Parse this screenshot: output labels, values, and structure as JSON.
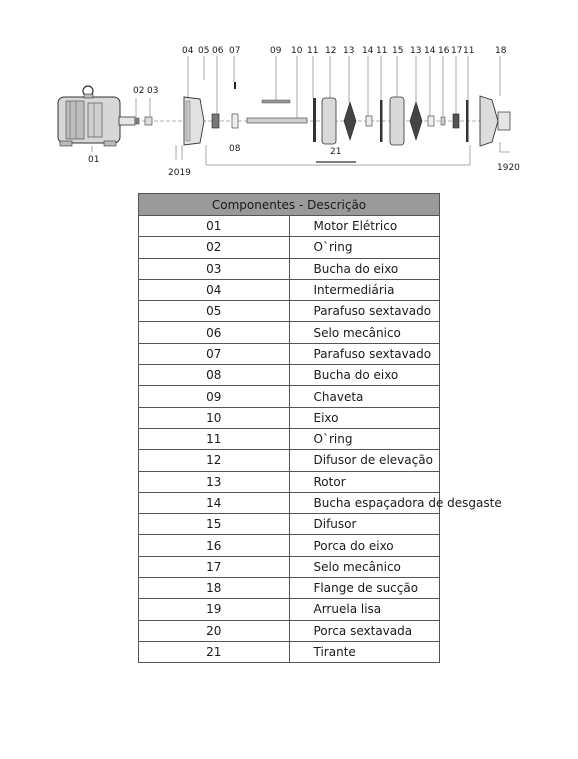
{
  "diagram": {
    "labels": {
      "l01": "01",
      "l02": "02",
      "l03": "03",
      "l04": "04",
      "l05": "05",
      "l06": "06",
      "l07": "07",
      "l08": "08",
      "l09": "09",
      "l10": "10",
      "l11a": "11",
      "l12": "12",
      "l13a": "13",
      "l14a": "14",
      "l11b": "11",
      "l15": "15",
      "l13b": "13",
      "l14b": "14",
      "l16": "16",
      "l17": "17",
      "l11c": "11",
      "l18": "18",
      "l2019": "2019",
      "l21": "21",
      "l1920": "1920"
    }
  },
  "table": {
    "header": "Componentes - Descrição",
    "rows": [
      {
        "code": "01",
        "desc": "Motor Elétrico"
      },
      {
        "code": "02",
        "desc": "O`ring"
      },
      {
        "code": "03",
        "desc": "Bucha do eixo"
      },
      {
        "code": "04",
        "desc": "Intermediária"
      },
      {
        "code": "05",
        "desc": "Parafuso sextavado"
      },
      {
        "code": "06",
        "desc": "Selo mecânico"
      },
      {
        "code": "07",
        "desc": "Parafuso sextavado"
      },
      {
        "code": "08",
        "desc": "Bucha do eixo"
      },
      {
        "code": "09",
        "desc": "Chaveta"
      },
      {
        "code": "10",
        "desc": "Eixo"
      },
      {
        "code": "11",
        "desc": "O`ring"
      },
      {
        "code": "12",
        "desc": "Difusor de elevação"
      },
      {
        "code": "13",
        "desc": "Rotor"
      },
      {
        "code": "14",
        "desc": "Bucha espaçadora de desgaste"
      },
      {
        "code": "15",
        "desc": "Difusor"
      },
      {
        "code": "16",
        "desc": "Porca do eixo"
      },
      {
        "code": "17",
        "desc": "Selo mecânico"
      },
      {
        "code": "18",
        "desc": "Flange de sucção"
      },
      {
        "code": "19",
        "desc": "Arruela lisa"
      },
      {
        "code": "20",
        "desc": "Porca sextavada"
      },
      {
        "code": "21",
        "desc": "Tirante"
      }
    ]
  }
}
